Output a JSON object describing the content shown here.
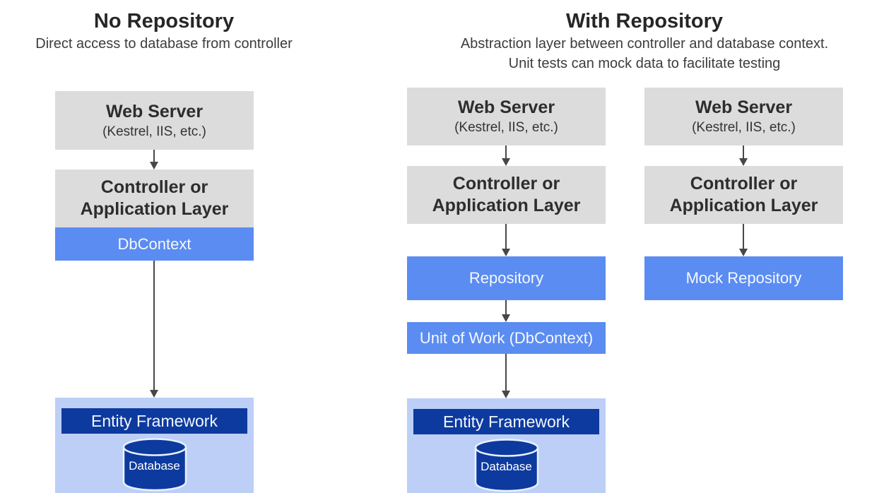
{
  "sections": {
    "no_repository": {
      "title": "No Repository",
      "subtitle": "Direct access to database from controller"
    },
    "with_repository": {
      "title": "With Repository",
      "subtitle_line1": "Abstraction layer between controller and database context.",
      "subtitle_line2": "Unit tests can mock data to facilitate testing"
    }
  },
  "labels": {
    "web_server_title": "Web Server",
    "web_server_subtitle": "(Kestrel, IIS, etc.)",
    "controller_line1": "Controller or",
    "controller_line2": "Application Layer",
    "dbcontext": "DbContext",
    "repository": "Repository",
    "unit_of_work": "Unit of Work (DbContext)",
    "mock_repository": "Mock Repository",
    "entity_framework": "Entity Framework",
    "database": "Database"
  },
  "colors": {
    "background": "#ffffff",
    "box_gray": "#dcdcdc",
    "box_blue": "#5b8cf2",
    "container_light_blue": "#bdcff7",
    "navy_blue": "#0d3a9e",
    "arrow_gray": "#474747",
    "text_dark": "#2d2d2d",
    "text_white": "#f4f9ff"
  }
}
